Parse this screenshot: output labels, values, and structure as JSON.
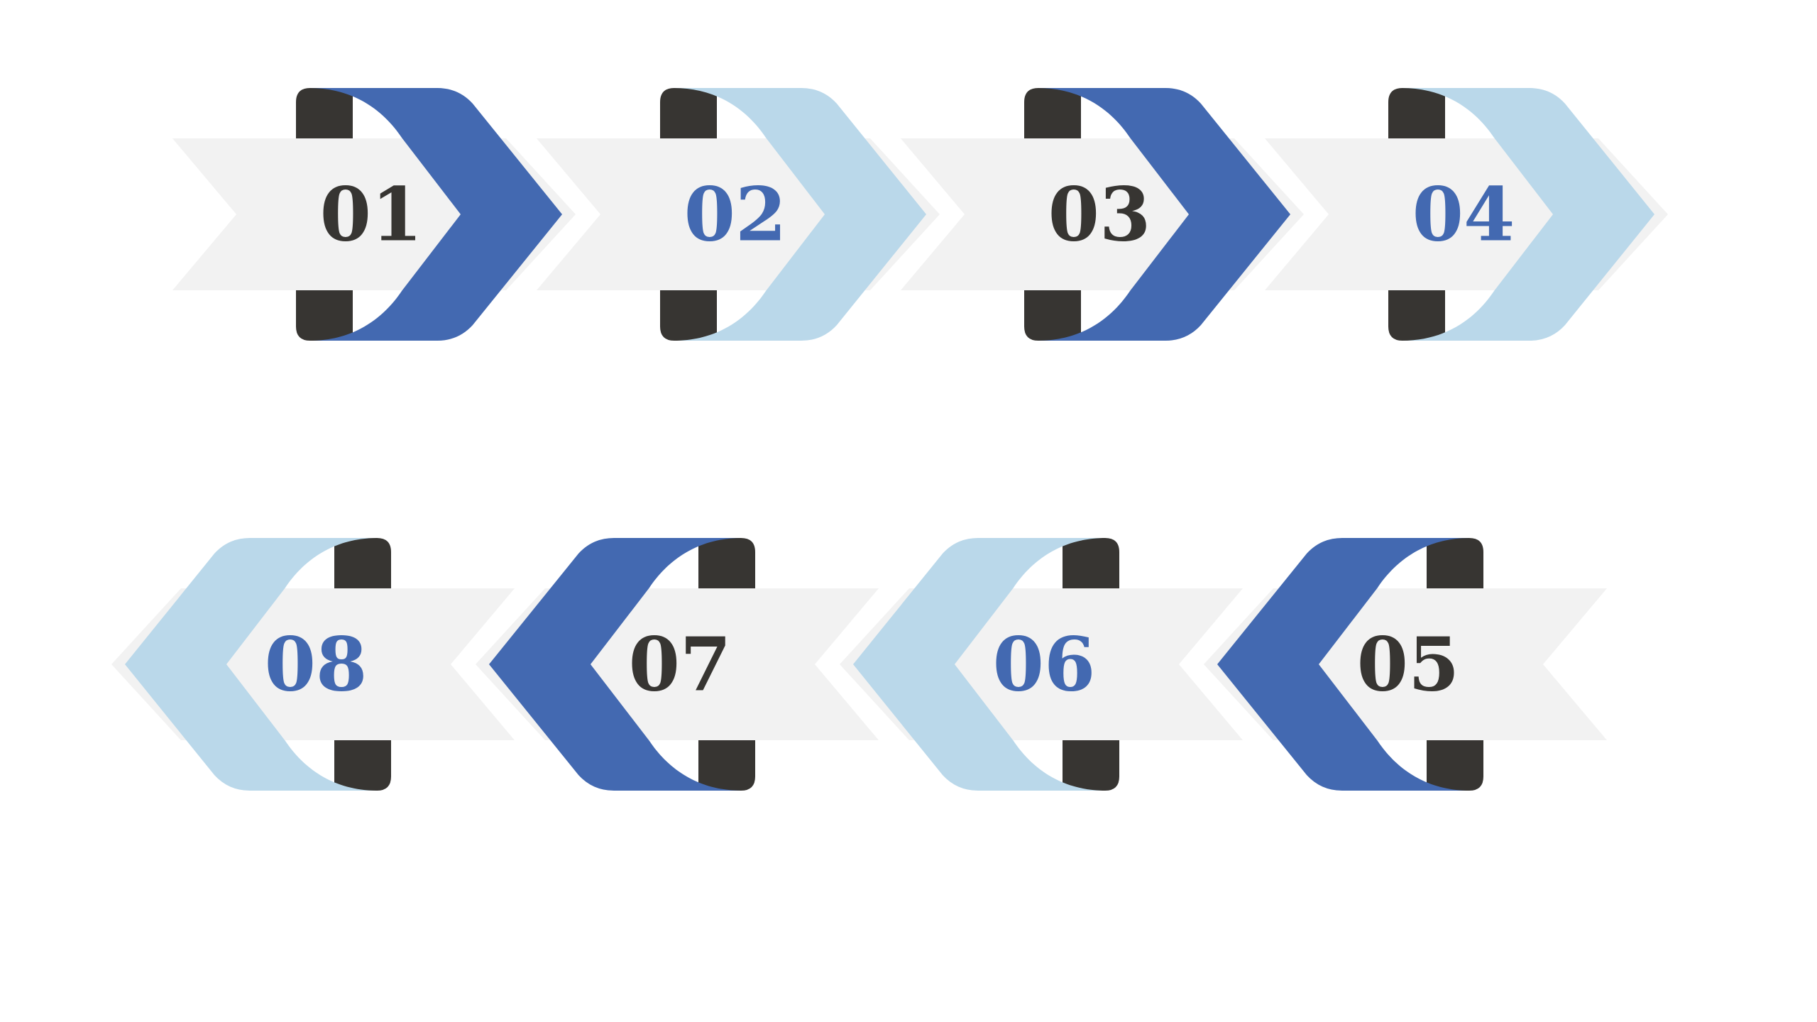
{
  "colors": {
    "background": "#ffffff",
    "band": "#f2f2f2",
    "dark": "#373532",
    "blue": "#4369b1",
    "light_blue": "#bad8ea"
  },
  "steps": [
    {
      "label": "01",
      "direction": "right",
      "accent": "blue",
      "text_color": "dark"
    },
    {
      "label": "02",
      "direction": "right",
      "accent": "light_blue",
      "text_color": "blue"
    },
    {
      "label": "03",
      "direction": "right",
      "accent": "blue",
      "text_color": "dark"
    },
    {
      "label": "04",
      "direction": "right",
      "accent": "light_blue",
      "text_color": "blue"
    },
    {
      "label": "05",
      "direction": "left",
      "accent": "blue",
      "text_color": "dark"
    },
    {
      "label": "06",
      "direction": "left",
      "accent": "light_blue",
      "text_color": "blue"
    },
    {
      "label": "07",
      "direction": "left",
      "accent": "blue",
      "text_color": "dark"
    },
    {
      "label": "08",
      "direction": "left",
      "accent": "light_blue",
      "text_color": "blue"
    }
  ]
}
